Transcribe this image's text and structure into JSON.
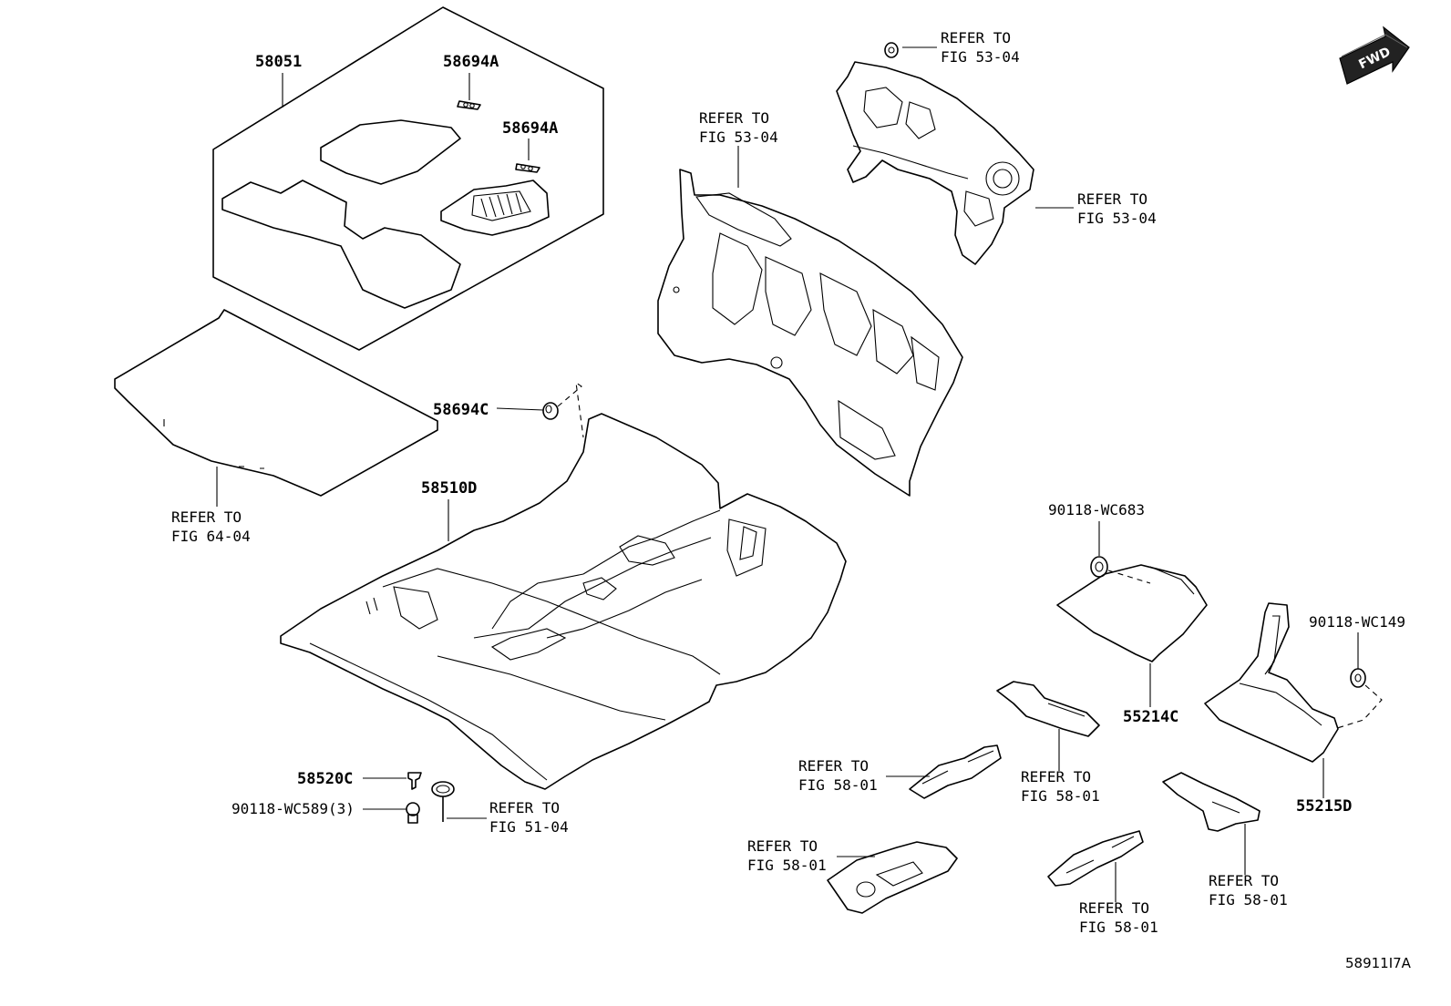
{
  "labels": {
    "p58051": "58051",
    "p58694a_1": "58694A",
    "p58694a_2": "58694A",
    "p58694c": "58694C",
    "p58510d": "58510D",
    "p58520c": "58520C",
    "p90118wc589": "90118-WC589(3)",
    "p90118wc683": "90118-WC683",
    "p90118wc149": "90118-WC149",
    "p55214c": "55214C",
    "p55215d": "55215D",
    "fwd": "FWD",
    "diagram_code": "58911I7A"
  },
  "refers": {
    "r_64_04": {
      "line1": "REFER TO",
      "line2": "FIG 64-04"
    },
    "r_53_04_top": {
      "line1": "REFER TO",
      "line2": "FIG 53-04"
    },
    "r_53_04_left": {
      "line1": "REFER TO",
      "line2": "FIG 53-04"
    },
    "r_53_04_right": {
      "line1": "REFER TO",
      "line2": "FIG 53-04"
    },
    "r_51_04": {
      "line1": "REFER TO",
      "line2": "FIG 51-04"
    },
    "r_58_01_a": {
      "line1": "REFER TO",
      "line2": "FIG 58-01"
    },
    "r_58_01_b": {
      "line1": "REFER TO",
      "line2": "FIG 58-01"
    },
    "r_58_01_c": {
      "line1": "REFER TO",
      "line2": "FIG 58-01"
    },
    "r_58_01_d": {
      "line1": "REFER TO",
      "line2": "FIG 58-01"
    },
    "r_58_01_e": {
      "line1": "REFER TO",
      "line2": "FIG 58-01"
    }
  }
}
